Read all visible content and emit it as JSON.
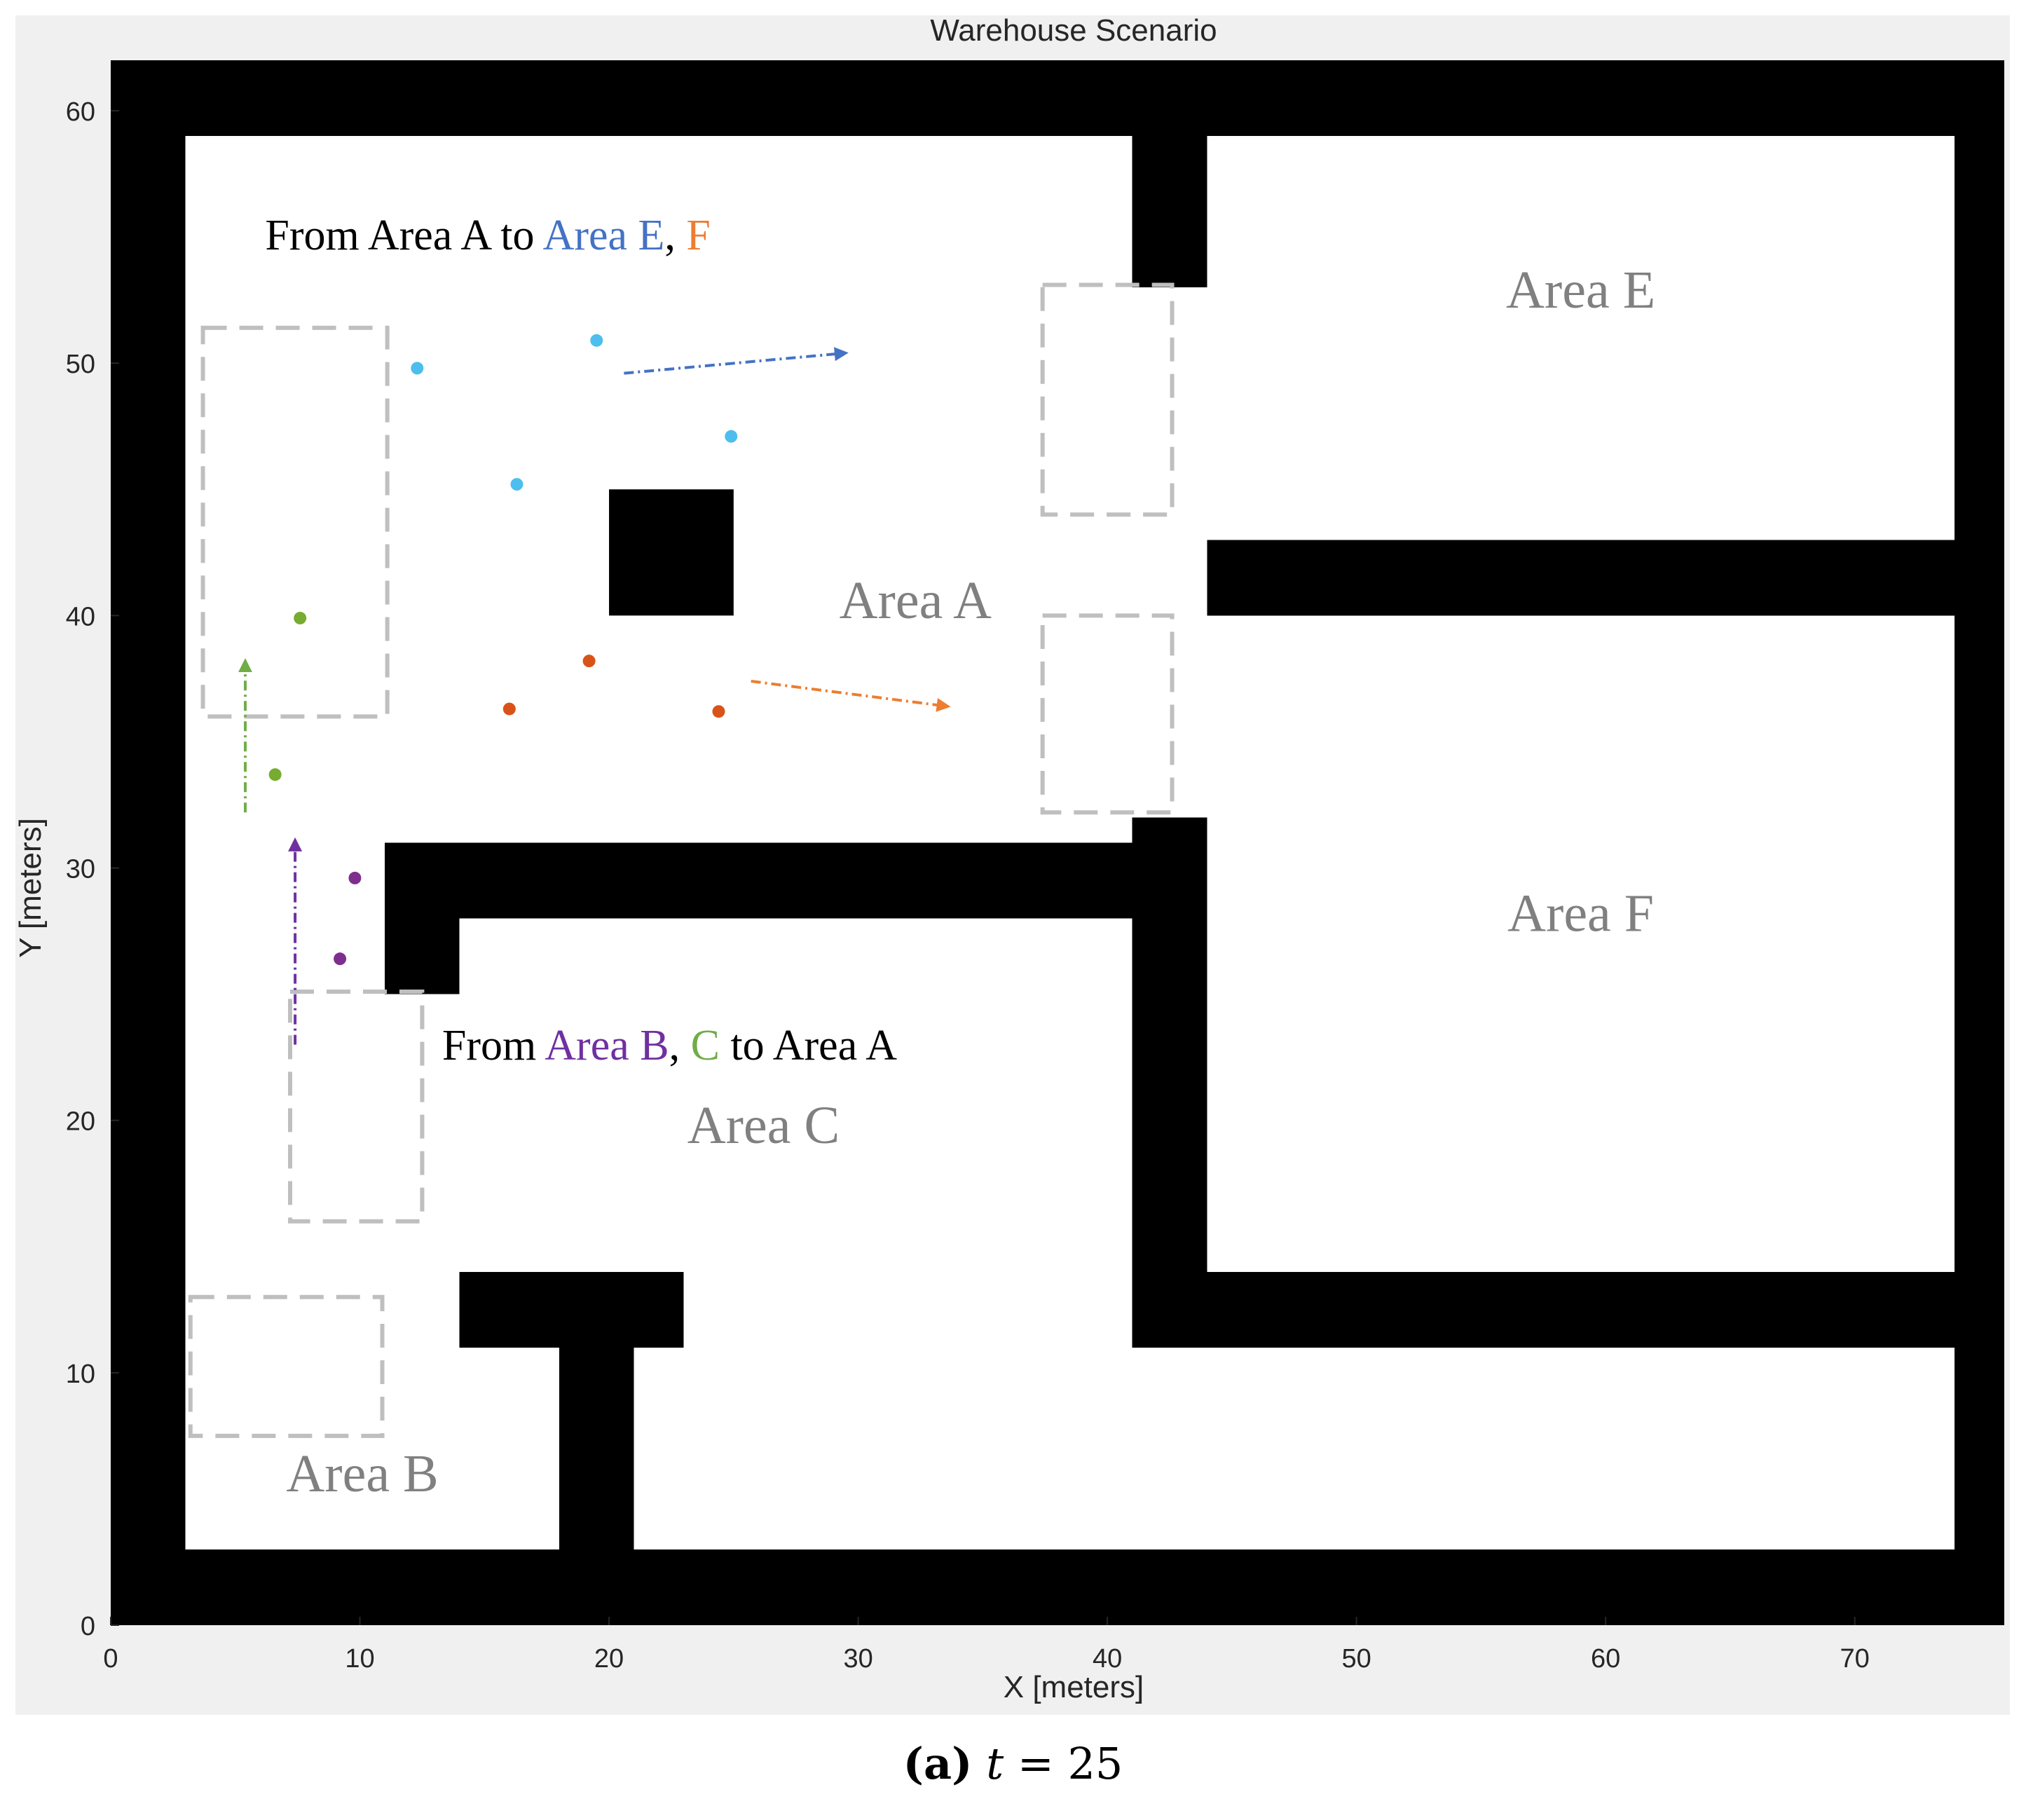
{
  "chart_data": {
    "type": "scatter",
    "title": "Warehouse Scenario",
    "xlabel": "X [meters]",
    "ylabel": "Y [meters]",
    "xlim": [
      0,
      76
    ],
    "ylim": [
      0,
      62
    ],
    "xticks": [
      0,
      10,
      20,
      30,
      40,
      50,
      60,
      70
    ],
    "yticks": [
      0,
      10,
      20,
      30,
      40,
      50,
      60
    ],
    "grid": false,
    "background": "#000000",
    "free_space_color": "#ffffff",
    "free_space_rects": [
      {
        "x0": 3,
        "y0": 3,
        "x1": 18,
        "y1": 11
      },
      {
        "x0": 3,
        "y0": 11,
        "x1": 11,
        "y1": 59
      },
      {
        "x0": 11,
        "y0": 31,
        "x1": 41,
        "y1": 59
      },
      {
        "x0": 41,
        "y0": 32,
        "x1": 44,
        "y1": 53
      },
      {
        "x0": 44,
        "y0": 43,
        "x1": 74,
        "y1": 59
      },
      {
        "x0": 44,
        "y0": 14,
        "x1": 74,
        "y1": 40
      },
      {
        "x0": 21,
        "y0": 3,
        "x1": 74,
        "y1": 11
      },
      {
        "x0": 23,
        "y0": 11,
        "x1": 41,
        "y1": 14
      },
      {
        "x0": 14,
        "y0": 14,
        "x1": 41,
        "y1": 28
      },
      {
        "x0": 11,
        "y0": 11,
        "x1": 14,
        "y1": 25
      }
    ],
    "obstacle_rects": [
      {
        "x0": 20,
        "y0": 40,
        "x1": 25,
        "y1": 45
      }
    ],
    "zones": [
      {
        "x0": 3.7,
        "y0": 36,
        "x1": 11.1,
        "y1": 51.4
      },
      {
        "x0": 37.4,
        "y0": 44,
        "x1": 42.6,
        "y1": 53.1
      },
      {
        "x0": 37.4,
        "y0": 32.2,
        "x1": 42.6,
        "y1": 40
      },
      {
        "x0": 7.2,
        "y0": 16,
        "x1": 12.5,
        "y1": 25.1
      },
      {
        "x0": 3.2,
        "y0": 7.5,
        "x1": 10.9,
        "y1": 13
      }
    ],
    "series": [
      {
        "color": "#4dbeee",
        "x": [
          12.3,
          19.5,
          16.3,
          24.9
        ],
        "y": [
          49.8,
          50.9,
          45.2,
          47.1
        ]
      },
      {
        "color": "#d95319",
        "x": [
          16,
          19.2,
          24.4
        ],
        "y": [
          36.3,
          38.2,
          36.2
        ]
      },
      {
        "color": "#77ac30",
        "x": [
          7.6,
          6.6
        ],
        "y": [
          39.9,
          33.7
        ]
      },
      {
        "color": "#7e2f8e",
        "x": [
          9.8,
          9.2
        ],
        "y": [
          29.6,
          26.4
        ]
      }
    ],
    "arrows": [
      {
        "color": "#4472c4",
        "from": [
          20.6,
          49.6
        ],
        "to": [
          29.5,
          50.4
        ]
      },
      {
        "color": "#ed7d31",
        "from": [
          25.7,
          37.4
        ],
        "to": [
          33.6,
          36.4
        ]
      },
      {
        "color": "#70ad47",
        "from": [
          5.4,
          32.2
        ],
        "to": [
          5.4,
          38.2
        ]
      },
      {
        "color": "#7030a0",
        "from": [
          7.4,
          23
        ],
        "to": [
          7.4,
          31.1
        ]
      }
    ],
    "area_labels": [
      {
        "text": "Area A",
        "x": 32.3,
        "y": 39.9
      },
      {
        "text": "Area B",
        "x": 10.1,
        "y": 5.3
      },
      {
        "text": "Area C",
        "x": 26.2,
        "y": 19.1
      },
      {
        "text": "Area E",
        "x": 59,
        "y": 52.2
      },
      {
        "text": "Area F",
        "x": 59,
        "y": 27.5
      }
    ],
    "annotations": [
      {
        "x": 6.2,
        "y": 54.5,
        "segments": [
          {
            "text": "From Area A to ",
            "color": "#000000"
          },
          {
            "text": "Area E",
            "color": "#4472c4"
          },
          {
            "text": ", ",
            "color": "#000000"
          },
          {
            "text": "F",
            "color": "#ed7d31"
          }
        ]
      },
      {
        "x": 13.3,
        "y": 22.4,
        "segments": [
          {
            "text": "From ",
            "color": "#000000"
          },
          {
            "text": "Area B",
            "color": "#7030a0"
          },
          {
            "text": ", ",
            "color": "#000000"
          },
          {
            "text": "C",
            "color": "#70ad47"
          },
          {
            "text": " to Area A",
            "color": "#000000"
          }
        ]
      }
    ]
  },
  "caption": {
    "label": "(a)",
    "variable": "t",
    "rest": " = 25"
  }
}
